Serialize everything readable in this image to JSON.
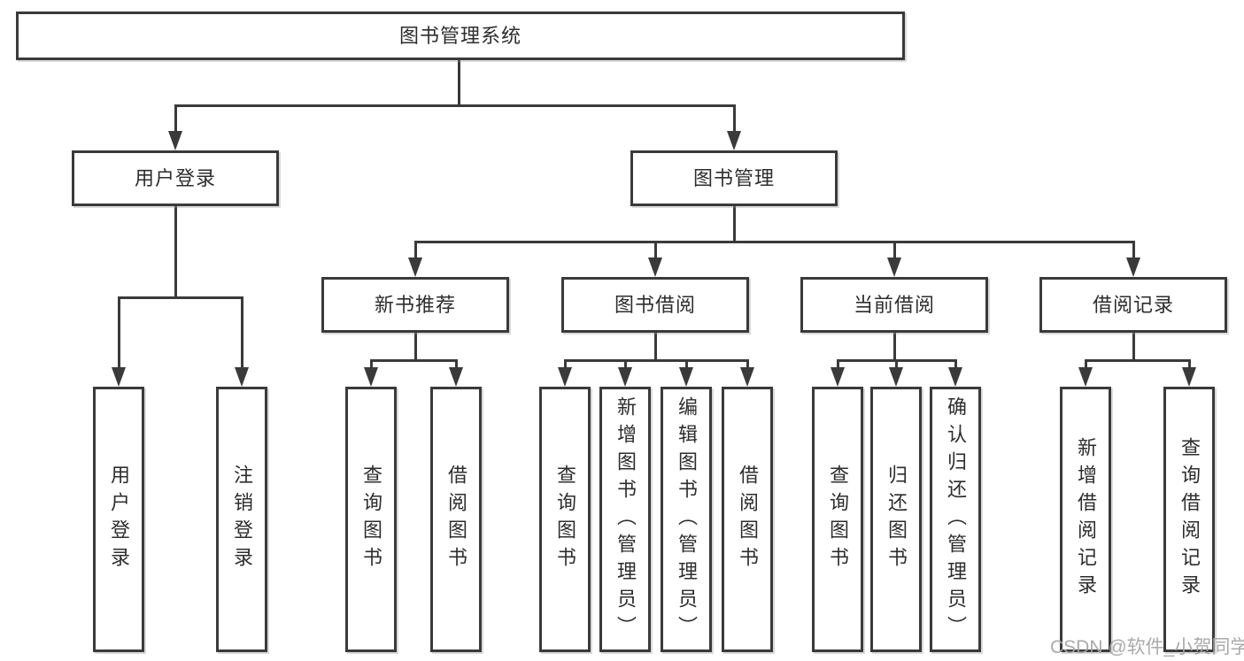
{
  "tree": {
    "root": "图书管理系统",
    "branches": [
      {
        "label": "用户登录",
        "children": [
          "用户登录",
          "注销登录"
        ]
      },
      {
        "label": "图书管理",
        "groups": [
          {
            "label": "新书推荐",
            "children": [
              "查询图书",
              "借阅图书"
            ]
          },
          {
            "label": "图书借阅",
            "children": [
              "查询图书",
              "新增图书（管理员）",
              "编辑图书（管理员）",
              "借阅图书"
            ]
          },
          {
            "label": "当前借阅",
            "children": [
              "查询图书",
              "归还图书",
              "确认归还（管理员）"
            ]
          },
          {
            "label": "借阅记录",
            "children": [
              "新增借阅记录",
              "查询借阅记录"
            ]
          }
        ]
      }
    ]
  },
  "watermark": "CSDN @软件_小贺同学",
  "colors": {
    "line": "#3a3a3a",
    "text": "#2d2d2d",
    "box_fill": "#ffffff",
    "background": "#ffffff",
    "watermark": "#a5a5a5"
  }
}
